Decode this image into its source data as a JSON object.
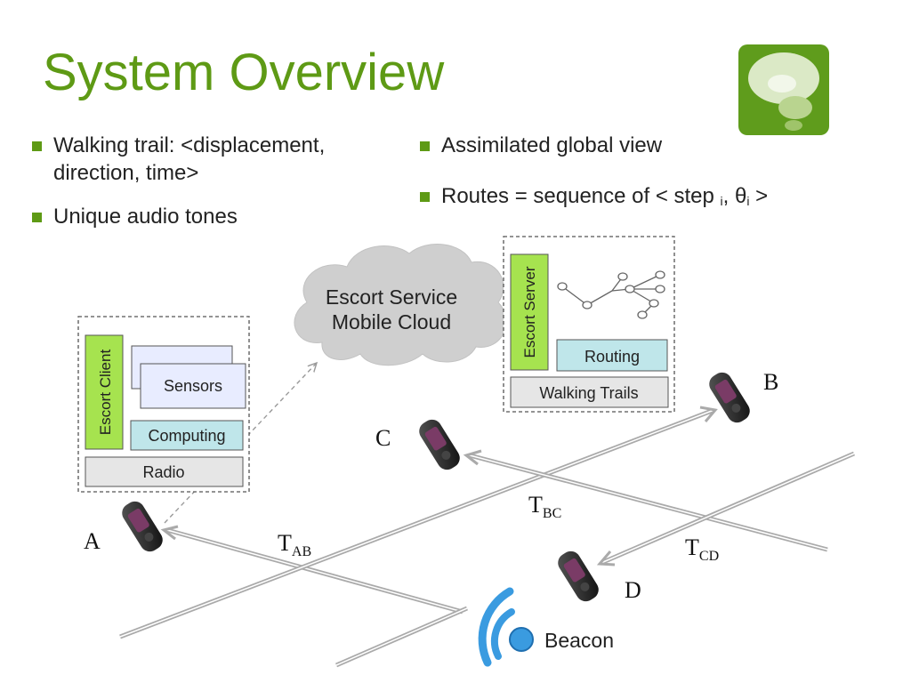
{
  "slide": {
    "title": "System Overview",
    "bullets_left": [
      "Walking trail: <displacement, direction, time>",
      "Unique audio tones"
    ],
    "bullets_right": {
      "b1": "Assimilated global view",
      "b2_prefix": "Routes = sequence of < step ",
      "b2_sub1": "i",
      "b2_mid": ", θ",
      "b2_sub2": "i",
      "b2_suffix": " >"
    }
  },
  "diagram": {
    "cloud_line1": "Escort Service",
    "cloud_line2": "Mobile Cloud",
    "client": {
      "vertical_label": "Escort  Client",
      "sensors": "Sensors",
      "computing": "Computing",
      "radio": "Radio"
    },
    "server": {
      "vertical_label": "Escort  Server",
      "routing": "Routing",
      "walking_trails": "Walking  Trails"
    },
    "phones": {
      "a": "A",
      "b": "B",
      "c": "C",
      "d": "D"
    },
    "trails": {
      "tab": {
        "main": "T",
        "sub": "AB"
      },
      "tbc": {
        "main": "T",
        "sub": "BC"
      },
      "tcd": {
        "main": "T",
        "sub": "CD"
      }
    },
    "beacon": "Beacon",
    "colors": {
      "client_green": "#a6e34f",
      "sensors_fill": "#e8ecff",
      "computing_fill": "#bfe6ea",
      "radio_fill": "#e6e6e6",
      "accent_green": "#5e9a15",
      "beacon_blue": "#3a9be0"
    }
  }
}
